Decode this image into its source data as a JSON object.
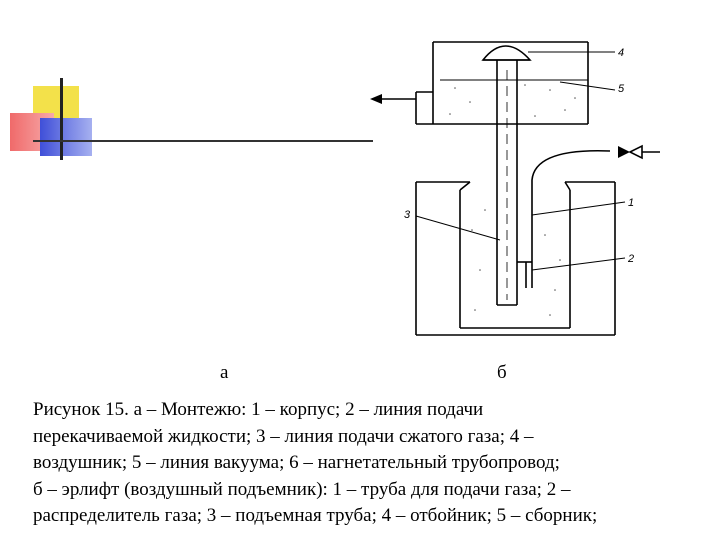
{
  "figure_labels": {
    "a": "а",
    "b": "б"
  },
  "callouts": [
    "4",
    "5",
    "1",
    "3",
    "2"
  ],
  "caption_lines": [
    "Рисунок 15. а – Монтежю: 1 – корпус; 2 – линия подачи",
    "перекачиваемой жидкости; 3 – линия подачи сжатого газа; 4 –",
    "воздушник; 5 – линия вакуума; 6 – нагнетательный трубопровод;",
    " б – эрлифт (воздушный подъемник): 1 – труба для подачи газа; 2 –",
    "распределитель газа; 3 – подъемная труба; 4 – отбойник; 5 – сборник;"
  ],
  "colors": {
    "yellow": "#f3e14a",
    "red": "#f06a6a",
    "blue": "#3f4fd8"
  }
}
